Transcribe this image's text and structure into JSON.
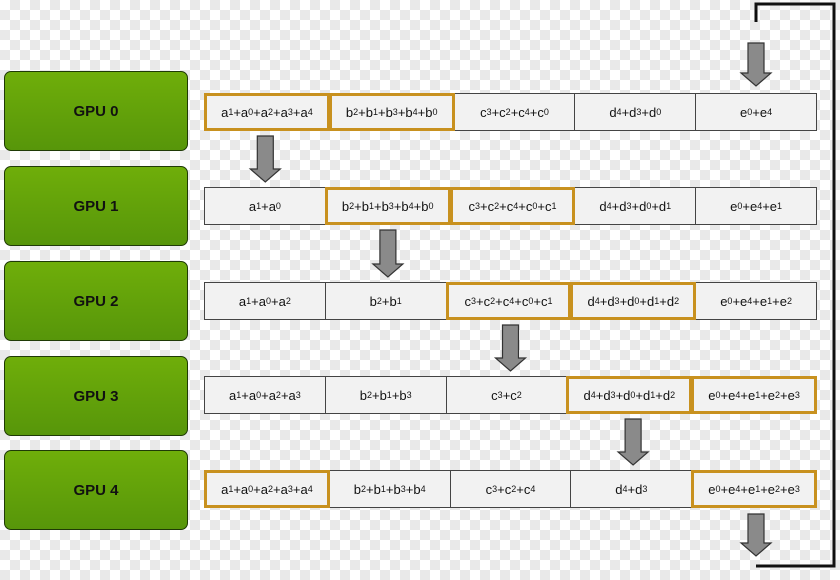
{
  "rows": [
    {
      "gpu": "GPU 0",
      "cells": [
        {
          "id": "a",
          "terms": [
            [
              "a",
              "1"
            ],
            [
              "a",
              "0"
            ],
            [
              "a",
              "2"
            ],
            [
              "a",
              "3"
            ],
            [
              "a",
              "4"
            ]
          ],
          "hl": true
        },
        {
          "id": "b",
          "terms": [
            [
              "b",
              "2"
            ],
            [
              "b",
              "1"
            ],
            [
              "b",
              "3"
            ],
            [
              "b",
              "4"
            ],
            [
              "b",
              "0"
            ]
          ],
          "hl": true
        },
        {
          "id": "c",
          "terms": [
            [
              "c",
              "3"
            ],
            [
              "c",
              "2"
            ],
            [
              "c",
              "4"
            ],
            [
              "c",
              "0"
            ]
          ],
          "hl": false
        },
        {
          "id": "d",
          "terms": [
            [
              "d",
              "4"
            ],
            [
              "d",
              "3"
            ],
            [
              "d",
              "0"
            ]
          ],
          "hl": false
        },
        {
          "id": "e",
          "terms": [
            [
              "e",
              "0"
            ],
            [
              "e",
              "4"
            ]
          ],
          "hl": false
        }
      ]
    },
    {
      "gpu": "GPU 1",
      "cells": [
        {
          "id": "a",
          "terms": [
            [
              "a",
              "1"
            ],
            [
              "a",
              "0"
            ]
          ],
          "hl": false
        },
        {
          "id": "b",
          "terms": [
            [
              "b",
              "2"
            ],
            [
              "b",
              "1"
            ],
            [
              "b",
              "3"
            ],
            [
              "b",
              "4"
            ],
            [
              "b",
              "0"
            ]
          ],
          "hl": true
        },
        {
          "id": "c",
          "terms": [
            [
              "c",
              "3"
            ],
            [
              "c",
              "2"
            ],
            [
              "c",
              "4"
            ],
            [
              "c",
              "0"
            ],
            [
              "c",
              "1"
            ]
          ],
          "hl": true
        },
        {
          "id": "d",
          "terms": [
            [
              "d",
              "4"
            ],
            [
              "d",
              "3"
            ],
            [
              "d",
              "0"
            ],
            [
              "d",
              "1"
            ]
          ],
          "hl": false
        },
        {
          "id": "e",
          "terms": [
            [
              "e",
              "0"
            ],
            [
              "e",
              "4"
            ],
            [
              "e",
              "1"
            ]
          ],
          "hl": false
        }
      ]
    },
    {
      "gpu": "GPU 2",
      "cells": [
        {
          "id": "a",
          "terms": [
            [
              "a",
              "1"
            ],
            [
              "a",
              "0"
            ],
            [
              "a",
              "2"
            ]
          ],
          "hl": false
        },
        {
          "id": "b",
          "terms": [
            [
              "b",
              "2"
            ],
            [
              "b",
              "1"
            ]
          ],
          "hl": false
        },
        {
          "id": "c",
          "terms": [
            [
              "c",
              "3"
            ],
            [
              "c",
              "2"
            ],
            [
              "c",
              "4"
            ],
            [
              "c",
              "0"
            ],
            [
              "c",
              "1"
            ]
          ],
          "hl": true
        },
        {
          "id": "d",
          "terms": [
            [
              "d",
              "4"
            ],
            [
              "d",
              "3"
            ],
            [
              "d",
              "0"
            ],
            [
              "d",
              "1"
            ],
            [
              "d",
              "2"
            ]
          ],
          "hl": true
        },
        {
          "id": "e",
          "terms": [
            [
              "e",
              "0"
            ],
            [
              "e",
              "4"
            ],
            [
              "e",
              "1"
            ],
            [
              "e",
              "2"
            ]
          ],
          "hl": false
        }
      ]
    },
    {
      "gpu": "GPU 3",
      "cells": [
        {
          "id": "a",
          "terms": [
            [
              "a",
              "1"
            ],
            [
              "a",
              "0"
            ],
            [
              "a",
              "2"
            ],
            [
              "a",
              "3"
            ]
          ],
          "hl": false
        },
        {
          "id": "b",
          "terms": [
            [
              "b",
              "2"
            ],
            [
              "b",
              "1"
            ],
            [
              "b",
              "3"
            ]
          ],
          "hl": false
        },
        {
          "id": "c",
          "terms": [
            [
              "c",
              "3"
            ],
            [
              "c",
              "2"
            ]
          ],
          "hl": false
        },
        {
          "id": "d",
          "terms": [
            [
              "d",
              "4"
            ],
            [
              "d",
              "3"
            ],
            [
              "d",
              "0"
            ],
            [
              "d",
              "1"
            ],
            [
              "d",
              "2"
            ]
          ],
          "hl": true
        },
        {
          "id": "e",
          "terms": [
            [
              "e",
              "0"
            ],
            [
              "e",
              "4"
            ],
            [
              "e",
              "1"
            ],
            [
              "e",
              "2"
            ],
            [
              "e",
              "3"
            ]
          ],
          "hl": true
        }
      ]
    },
    {
      "gpu": "GPU 4",
      "cells": [
        {
          "id": "a",
          "terms": [
            [
              "a",
              "1"
            ],
            [
              "a",
              "0"
            ],
            [
              "a",
              "2"
            ],
            [
              "a",
              "3"
            ],
            [
              "a",
              "4"
            ]
          ],
          "hl": true
        },
        {
          "id": "b",
          "terms": [
            [
              "b",
              "2"
            ],
            [
              "b",
              "1"
            ],
            [
              "b",
              "3"
            ],
            [
              "b",
              "4"
            ]
          ],
          "hl": false
        },
        {
          "id": "c",
          "terms": [
            [
              "c",
              "3"
            ],
            [
              "c",
              "2"
            ],
            [
              "c",
              "4"
            ]
          ],
          "hl": false
        },
        {
          "id": "d",
          "terms": [
            [
              "d",
              "4"
            ],
            [
              "d",
              "3"
            ]
          ],
          "hl": false
        },
        {
          "id": "e",
          "terms": [
            [
              "e",
              "0"
            ],
            [
              "e",
              "4"
            ],
            [
              "e",
              "1"
            ],
            [
              "e",
              "2"
            ],
            [
              "e",
              "3"
            ]
          ],
          "hl": true
        }
      ]
    }
  ],
  "transfers": [
    {
      "from_row": 0,
      "to_row": 1,
      "column": "a"
    },
    {
      "from_row": 1,
      "to_row": 2,
      "column": "b"
    },
    {
      "from_row": 2,
      "to_row": 3,
      "column": "c"
    },
    {
      "from_row": 3,
      "to_row": 4,
      "column": "d"
    },
    {
      "from_row": 4,
      "to_row": 0,
      "column": "e",
      "wraps_around": true
    }
  ],
  "colors": {
    "gpu_fill": "#5fa00a",
    "gpu_border": "#1f3a06",
    "highlight_border": "#c8911f",
    "cell_fill": "#f2f2f2",
    "arrow_fill": "#8a8a8a"
  }
}
